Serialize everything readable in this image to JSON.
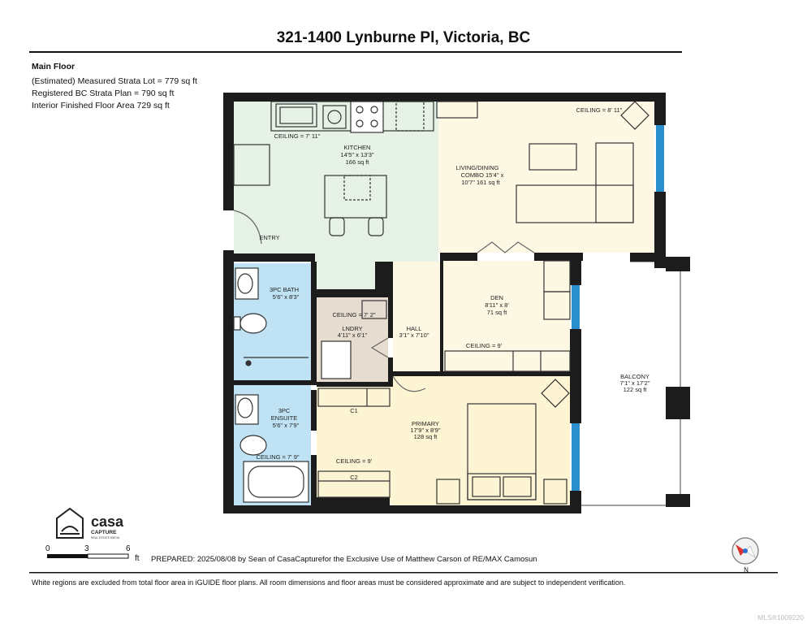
{
  "header": {
    "title": "321-1400 Lynburne Pl, Victoria, BC"
  },
  "info": {
    "heading": "Main Floor",
    "lines": [
      "(Estimated) Measured Strata Lot = 779 sq ft",
      "Registered BC Strata Plan = 790 sq ft",
      "Interior Finished Floor Area 729 sq ft"
    ]
  },
  "rooms": {
    "kitchen": {
      "name": "KITCHEN",
      "dims": "14'5\" x 13'3\"",
      "area": "166 sq ft",
      "ceiling": "CEILING = 7' 11\""
    },
    "living": {
      "name": "LIVING/DINING",
      "line2": "COMBO 15'4\" x",
      "line3": "10'7\" 161 sq ft",
      "ceiling": "CEILING = 8' 11\""
    },
    "entry": {
      "name": "ENTRY"
    },
    "bath": {
      "name": "3PC BATH",
      "dims": "5'6\" x 8'3\""
    },
    "laundry": {
      "name": "LNDRY",
      "dims": "4'11\" x 6'1\"",
      "ceiling": "CEILING = 7' 2\""
    },
    "hall": {
      "name": "HALL",
      "dims": "3'1\" x 7'10\""
    },
    "den": {
      "name": "DEN",
      "dims": "8'11\" x 8'",
      "area": "71 sq ft",
      "ceiling": "CEILING = 9'"
    },
    "balcony": {
      "name": "BALCONY",
      "dims": "7'1\" x 17'2\"",
      "area": "122 sq ft"
    },
    "ensuite": {
      "name": "3PC",
      "name2": "ENSUITE",
      "dims": "5'6\" x 7'9\"",
      "ceiling": "CEILING = 7' 9\""
    },
    "c1": {
      "name": "C1"
    },
    "c2": {
      "name": "C2"
    },
    "primary": {
      "name": "PRIMARY",
      "dims": "17'9\" x 8'9\"",
      "area": "128 sq ft",
      "ceiling": "CEILING = 9'"
    }
  },
  "logo": {
    "brand": "casa",
    "sub": "CAPTURE",
    "tagline": "REAL ESTATE MEDIA"
  },
  "scale": {
    "t0": "0",
    "t1": "3",
    "t2": "6",
    "unit": "ft"
  },
  "compass": {
    "label": "N"
  },
  "footer": {
    "prepared": "PREPARED: 2025/08/08 by Sean of CasaCapturefor the Exclusive Use of Matthew Carson of RE/MAX Camosun",
    "disclaimer": "White regions are excluded from total floor area in iGUIDE floor plans. All room dimensions and floor areas must be considered approximate and are subject to independent verification.",
    "mls": "MLS®1009220"
  },
  "colors": {
    "kitchen": "#e6f2e6",
    "living": "#fdf8e4",
    "bath": "#bfe3f5",
    "laundry": "#e6dccf",
    "den": "#fdf8e4",
    "primary": "#fcf4d2",
    "hall": "#fdf8e4",
    "wall": "#1c1c1c",
    "window": "#2a8fcc"
  }
}
